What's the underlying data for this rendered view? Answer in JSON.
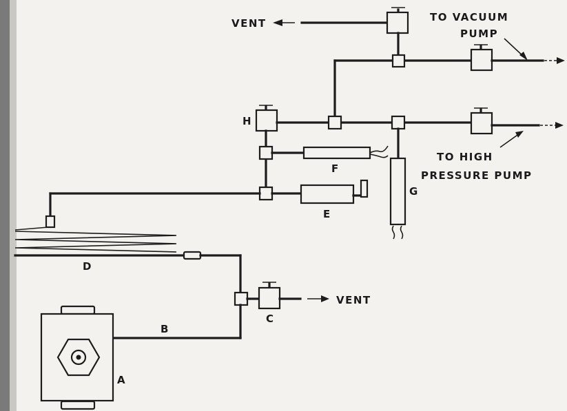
{
  "labels": {
    "vent_top": "VENT",
    "vacuum_line1": "TO VACUUM",
    "vacuum_line2": "PUMP",
    "high_line1": "TO HIGH",
    "high_line2": "PRESSURE PUMP",
    "vent_bottom": "VENT"
  },
  "components": {
    "A": "A",
    "B": "B",
    "C": "C",
    "D": "D",
    "E": "E",
    "F": "F",
    "G": "G",
    "H": "H"
  },
  "colors": {
    "ink": "#1c1c1c",
    "paper": "#f3f2ee",
    "scan_edge": "#6d6d6d"
  }
}
